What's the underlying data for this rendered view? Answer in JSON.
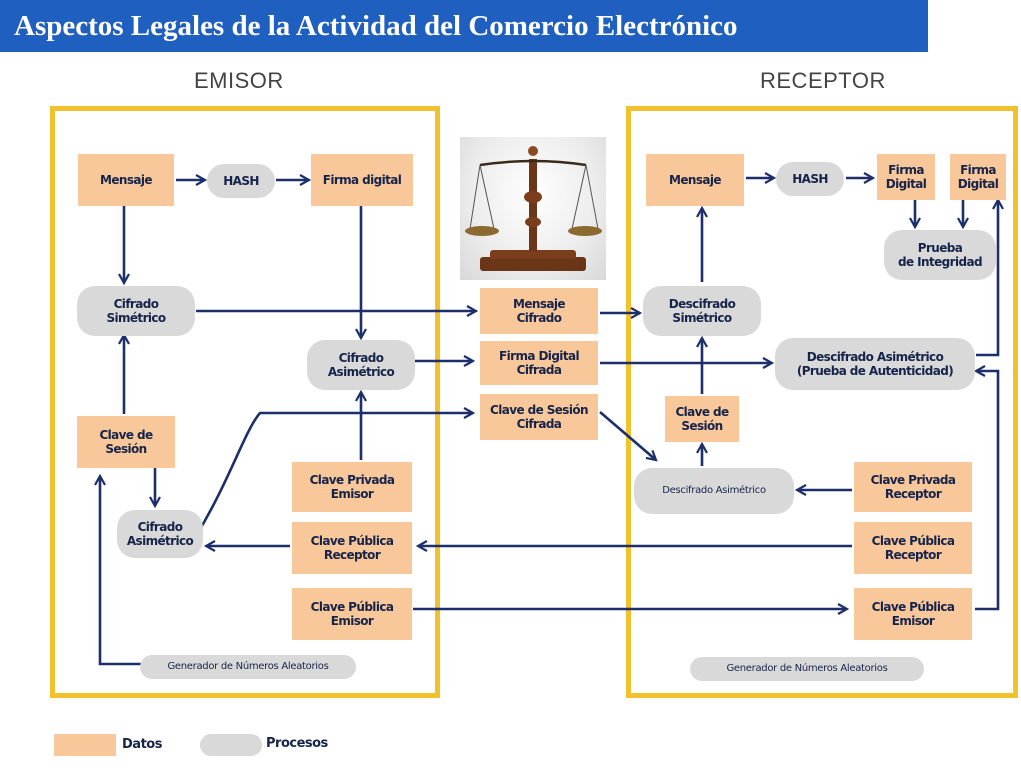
{
  "title": "Aspectos Legales de la Actividad del Comercio Electrónico",
  "emisor": {
    "label": "EMISOR",
    "mensaje": "Mensaje",
    "hash": "HASH",
    "firma_digital": "Firma digital",
    "cifrado_simetrico": [
      "Cifrado",
      "Simétrico"
    ],
    "cifrado_asimetrico_firma": [
      "Cifrado",
      "Asimétrico"
    ],
    "clave_sesion": [
      "Clave de",
      "Sesión"
    ],
    "cifrado_asimetrico_clave": [
      "Cifrado",
      "Asimétrico"
    ],
    "clave_privada": [
      "Clave Privada",
      "Emisor"
    ],
    "clave_publica_receptor": [
      "Clave Pública",
      "Receptor"
    ],
    "clave_publica_emisor": [
      "Clave Pública",
      "Emisor"
    ],
    "generador": "Generador de Números Aleatorios"
  },
  "centro": {
    "mensaje_cifrado": [
      "Mensaje",
      "Cifrado"
    ],
    "firma_cifrada": [
      "Firma Digital",
      "Cifrada"
    ],
    "clave_sesion_cifrada": [
      "Clave de Sesión",
      "Cifrada"
    ]
  },
  "receptor": {
    "label": "RECEPTOR",
    "mensaje": "Mensaje",
    "hash": "HASH",
    "firma_digital_1": [
      "Firma",
      "Digital"
    ],
    "firma_digital_2": [
      "Firma",
      "Digital"
    ],
    "prueba_integridad": [
      "Prueba",
      "de Integridad"
    ],
    "descifrado_simetrico": [
      "Descifrado",
      "Simétrico"
    ],
    "descifrado_asimetrico_auth": [
      "Descifrado Asimétrico",
      "(Prueba de Autenticidad)"
    ],
    "clave_sesion": [
      "Clave de",
      "Sesión"
    ],
    "descifrado_asimetrico": "Descifrado Asimétrico",
    "clave_privada": [
      "Clave Privada",
      "Receptor"
    ],
    "clave_publica_receptor": [
      "Clave Pública",
      "Receptor"
    ],
    "clave_publica_emisor": [
      "Clave Pública",
      "Emisor"
    ],
    "generador": "Generador de Números Aleatorios"
  },
  "legend": {
    "datos": "Datos",
    "procesos": "Procesos"
  },
  "colors": {
    "title_bg": "#1f5fbf",
    "frame": "#f2c12e",
    "data": "#f8c79a",
    "process": "#d9d9d9",
    "arrow": "#1c2f6b"
  },
  "image": {
    "icon": "scales-of-justice-icon"
  }
}
